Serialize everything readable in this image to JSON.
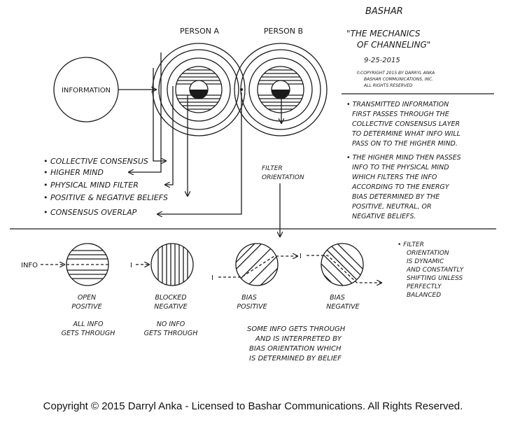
{
  "header": {
    "author": "BASHAR",
    "title_line1": "\"THE MECHANICS",
    "title_line2": "OF CHANNELING\"",
    "date": "9-25-2015",
    "notice_line1": "©COPYRIGHT 2015 BY DARRYL ANKA",
    "notice_line2": "BASHAR COMMUNICATIONS, INC.",
    "notice_line3": "ALL RIGHTS RESERVED"
  },
  "top_diagram": {
    "information_label": "INFORMATION",
    "person_a_label": "PERSON A",
    "person_b_label": "PERSON B",
    "filter_label_line1": "FILTER",
    "filter_label_line2": "ORIENTATION",
    "layers": [
      "• COLLECTIVE CONSENSUS",
      "• HIGHER MIND",
      "• PHYSICAL MIND FILTER",
      "• POSITIVE & NEGATIVE BELIEFS",
      "• CONSENSUS OVERLAP"
    ]
  },
  "notes": {
    "note1": [
      "• TRANSMITTED INFORMATION",
      "FIRST PASSES THROUGH THE",
      "COLLECTIVE CONSENSUS LAYER",
      "TO DETERMINE WHAT INFO WILL",
      "PASS ON TO THE HIGHER MIND."
    ],
    "note2": [
      "• THE HIGHER MIND THEN PASSES",
      "INFO TO THE PHYSICAL MIND",
      "WHICH FILTERS THE INFO",
      "ACCORDING TO THE ENERGY",
      "BIAS DETERMINED BY THE",
      "POSITIVE, NEUTRAL, OR",
      "NEGATIVE BELIEFS."
    ],
    "note3": [
      "• FILTER",
      "ORIENTATION",
      "IS DYNAMIC",
      "AND CONSTANTLY",
      "SHIFTING UNLESS",
      "PERFECTLY",
      "BALANCED"
    ]
  },
  "filters": {
    "info_label": "INFO",
    "i_label": "I",
    "open": [
      "OPEN",
      "POSITIVE"
    ],
    "blocked": [
      "BLOCKED",
      "NEGATIVE"
    ],
    "bias_pos": [
      "BIAS",
      "POSITIVE"
    ],
    "bias_neg": [
      "BIAS",
      "NEGATIVE"
    ],
    "open_result": [
      "ALL INFO",
      "GETS THROUGH"
    ],
    "blocked_result": [
      "NO INFO",
      "GETS THROUGH"
    ],
    "bias_result": [
      "SOME INFO GETS THROUGH",
      "AND IS INTERPRETED BY",
      "BIAS ORIENTATION WHICH",
      "IS DETERMINED BY BELIEF"
    ]
  },
  "footer": {
    "copyright": "Copyright © 2015 Darryl Anka - Licensed to Bashar Communications.  All Rights Reserved."
  }
}
